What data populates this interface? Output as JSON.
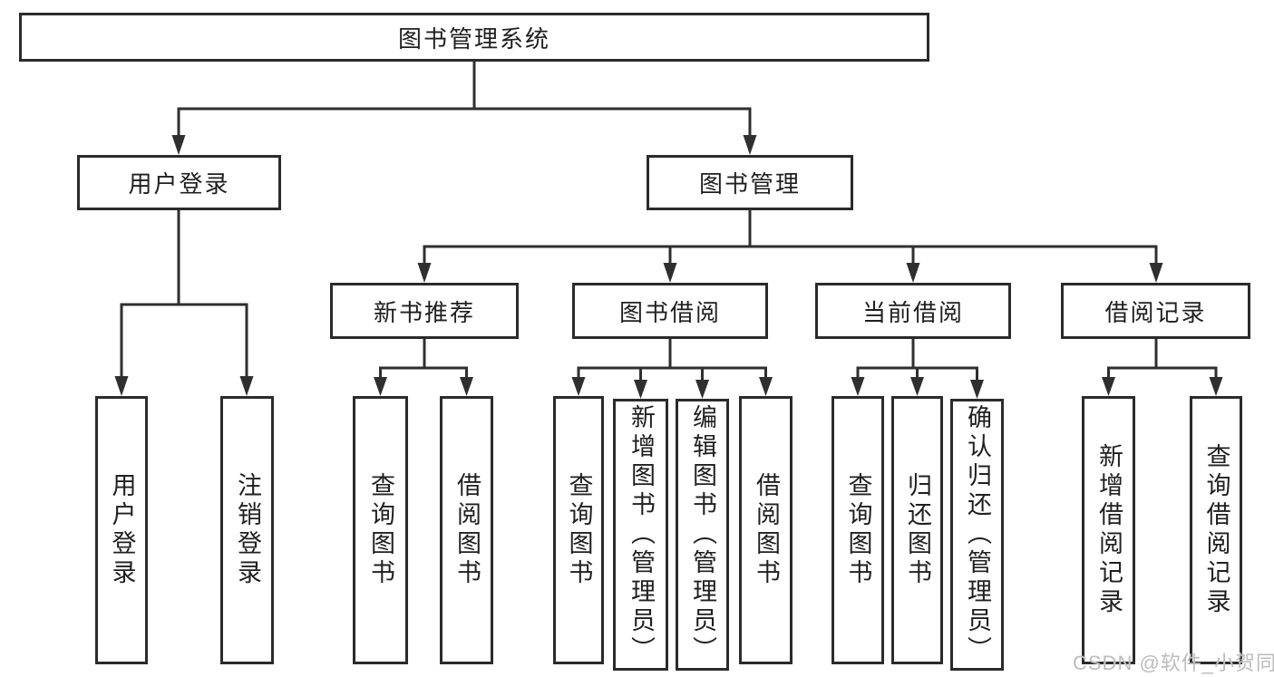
{
  "diagram": {
    "type": "hierarchy-tree",
    "colors": {
      "background": "#ffffff",
      "box_border": "#2b2b2b",
      "connector": "#2f2f2f",
      "text": "#1f1f1f",
      "watermark_text_color": "#bcbcbc"
    },
    "watermark": "CSDN @软件_小贺同学",
    "nodes": {
      "root": {
        "label": "图书管理系统",
        "level": 1
      },
      "user_login": {
        "label": "用户登录",
        "level": 2
      },
      "book_mgmt": {
        "label": "图书管理",
        "level": 2
      },
      "new_book_rec": {
        "label": "新书推荐",
        "level": 3
      },
      "book_borrow": {
        "label": "图书借阅",
        "level": 3
      },
      "current_borrow": {
        "label": "当前借阅",
        "level": 3
      },
      "borrow_records": {
        "label": "借阅记录",
        "level": 3
      },
      "login": {
        "label": "用户登录",
        "level": 4
      },
      "logout": {
        "label": "注销登录",
        "level": 4
      },
      "rec_query": {
        "label": "查询图书",
        "level": 4
      },
      "rec_borrow": {
        "label": "借阅图书",
        "level": 4
      },
      "bb_query": {
        "label": "查询图书",
        "level": 4
      },
      "bb_add": {
        "label": "新增图书（管理员）",
        "level": 4
      },
      "bb_edit": {
        "label": "编辑图书（管理员）",
        "level": 4
      },
      "bb_borrow": {
        "label": "借阅图书",
        "level": 4
      },
      "cb_query": {
        "label": "查询图书",
        "level": 4
      },
      "cb_return": {
        "label": "归还图书",
        "level": 4
      },
      "cb_confirm": {
        "label": "确认归还（管理员）",
        "level": 4
      },
      "br_add": {
        "label": "新增借阅记录",
        "level": 4
      },
      "br_query": {
        "label": "查询借阅记录",
        "level": 4
      }
    },
    "edges": [
      [
        "root",
        "user_login"
      ],
      [
        "root",
        "book_mgmt"
      ],
      [
        "user_login",
        "login"
      ],
      [
        "user_login",
        "logout"
      ],
      [
        "book_mgmt",
        "new_book_rec"
      ],
      [
        "book_mgmt",
        "book_borrow"
      ],
      [
        "book_mgmt",
        "current_borrow"
      ],
      [
        "book_mgmt",
        "borrow_records"
      ],
      [
        "new_book_rec",
        "rec_query"
      ],
      [
        "new_book_rec",
        "rec_borrow"
      ],
      [
        "book_borrow",
        "bb_query"
      ],
      [
        "book_borrow",
        "bb_add"
      ],
      [
        "book_borrow",
        "bb_edit"
      ],
      [
        "book_borrow",
        "bb_borrow"
      ],
      [
        "current_borrow",
        "cb_query"
      ],
      [
        "current_borrow",
        "cb_return"
      ],
      [
        "current_borrow",
        "cb_confirm"
      ],
      [
        "borrow_records",
        "br_add"
      ],
      [
        "borrow_records",
        "br_query"
      ]
    ]
  }
}
